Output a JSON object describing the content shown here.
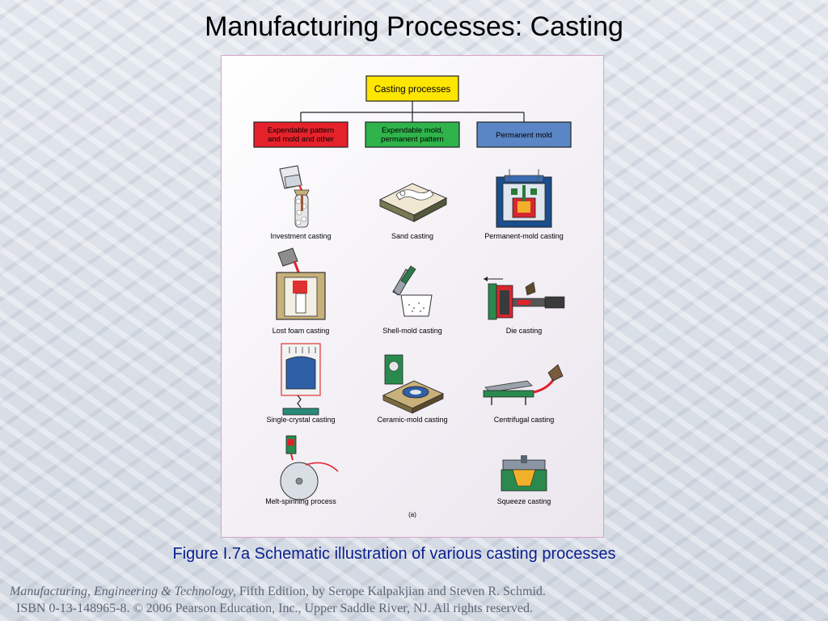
{
  "slide": {
    "title": "Manufacturing Processes: Casting",
    "caption": "Figure I.7a  Schematic illustration of various casting processes"
  },
  "figure": {
    "root_label": "Casting processes",
    "panel_label": "(a)",
    "categories": [
      {
        "id": "expendable",
        "lines": [
          "Expendable pattern",
          "and mold and other"
        ],
        "color": "#e5222b"
      },
      {
        "id": "expendable-mold",
        "lines": [
          "Expendable mold,",
          "permanent pattern"
        ],
        "color": "#2fb34a"
      },
      {
        "id": "permanent",
        "lines": [
          "Permanent mold"
        ],
        "color": "#5b86c6"
      }
    ],
    "processes": {
      "investment": "Investment casting",
      "sand": "Sand casting",
      "permanent_mold": "Permanent-mold casting",
      "lost_foam": "Lost foam casting",
      "shell_mold": "Shell-mold casting",
      "die": "Die casting",
      "single_crystal": "Single-crystal casting",
      "ceramic_mold": "Ceramic-mold casting",
      "centrifugal": "Centrifugal casting",
      "melt_spinning": "Melt-spinning process",
      "squeeze": "Squeeze casting"
    },
    "colors": {
      "root_fill": "#ffe600",
      "molten_metal": "#e0202a",
      "mold_green": "#2a8a4e",
      "tan": "#c8b07a"
    }
  },
  "footer": {
    "book_title": "Manufacturing, Engineering & Technology,",
    "edition": " Fifth Edition, by Serope Kalpakjian and Steven R. Schmid.",
    "line2": "ISBN 0-13-148965-8. © 2006 Pearson Education, Inc., Upper Saddle River, NJ.  All rights reserved."
  }
}
